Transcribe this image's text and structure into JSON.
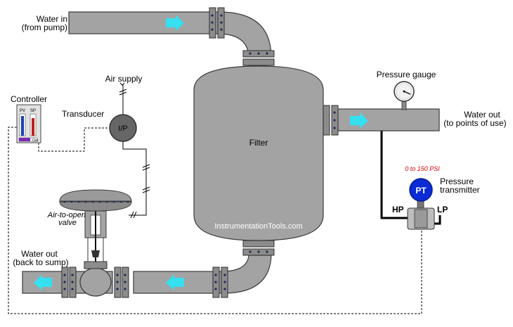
{
  "labels": {
    "water_in_line1": "Water in",
    "water_in_line2": "(from pump)",
    "air_supply": "Air supply",
    "controller": "Controller",
    "transducer": "Transducer",
    "ip": "I/P",
    "filter": "Filter",
    "pressure_gauge": "Pressure gauge",
    "water_out_use_line1": "Water out",
    "water_out_use_line2": "(to points of use)",
    "range": "0 to 150 PSI",
    "pt": "PT",
    "pressure_transmitter_line1": "Pressure",
    "pressure_transmitter_line2": "transmitter",
    "hp": "HP",
    "lp": "LP",
    "air_to_open_line1": "Air-to-open",
    "air_to_open_line2": "valve",
    "water_out_sump_line1": "Water out",
    "water_out_sump_line2": "(back to sump)",
    "watermark": "InstrumentationTools.com",
    "controller_pv": "PV",
    "controller_sp": "SP",
    "controller_out": "Out"
  },
  "colors": {
    "pipe": "#a3a3a3",
    "flow_arrow": "#35e0f0",
    "pt_circle": "#0b2bd6",
    "ip_circle": "#666666",
    "pv_bar": "#1e3fb0",
    "sp_bar": "#c02020",
    "out_bar": "#7a2ab0",
    "range_text": "#e00000"
  },
  "icons": {
    "flow_arrows": "right-arrow, right-arrow, left-arrow, left-arrow",
    "gauge": "pressure-gauge-dial"
  }
}
